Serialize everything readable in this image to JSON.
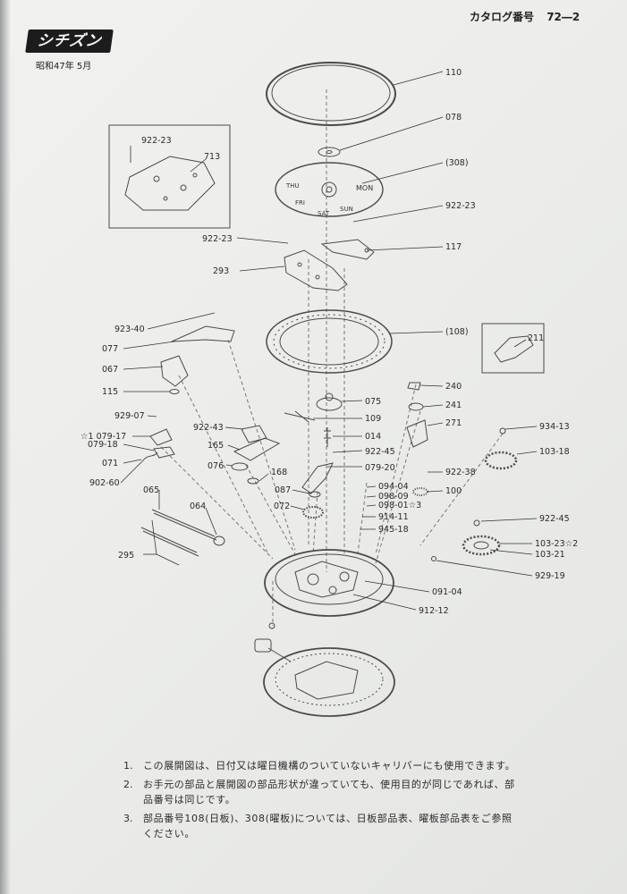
{
  "header": {
    "brand_logo": "シチズン",
    "date": "昭和47年 5月",
    "catalog_label": "カタログ番号",
    "catalog_number": "72―2"
  },
  "parts": [
    {
      "id": "p110",
      "label": "110"
    },
    {
      "id": "p078",
      "label": "078"
    },
    {
      "id": "p308",
      "label": "(308)"
    },
    {
      "id": "p922_23a",
      "label": "922-23"
    },
    {
      "id": "p713",
      "label": "713"
    },
    {
      "id": "p922_23b",
      "label": "922-23"
    },
    {
      "id": "p922_23c",
      "label": "922-23"
    },
    {
      "id": "p117",
      "label": "117"
    },
    {
      "id": "p293",
      "label": "293"
    },
    {
      "id": "p923_40",
      "label": "923-40"
    },
    {
      "id": "p108",
      "label": "(108)"
    },
    {
      "id": "p211",
      "label": "211"
    },
    {
      "id": "p077",
      "label": "077"
    },
    {
      "id": "p067",
      "label": "067"
    },
    {
      "id": "p115",
      "label": "115"
    },
    {
      "id": "p240",
      "label": "240"
    },
    {
      "id": "p075",
      "label": "075"
    },
    {
      "id": "p241",
      "label": "241"
    },
    {
      "id": "p929_07",
      "label": "929-07"
    },
    {
      "id": "p109",
      "label": "109"
    },
    {
      "id": "p271",
      "label": "271"
    },
    {
      "id": "p922_43",
      "label": "922-43"
    },
    {
      "id": "p934_13",
      "label": "934-13"
    },
    {
      "id": "p079_17",
      "label": "☆1 079-17"
    },
    {
      "id": "p079_18",
      "label": "079-18"
    },
    {
      "id": "p014",
      "label": "014"
    },
    {
      "id": "p165",
      "label": "165"
    },
    {
      "id": "p922_45a",
      "label": "922-45"
    },
    {
      "id": "p103_18",
      "label": "103-18"
    },
    {
      "id": "p071",
      "label": "071"
    },
    {
      "id": "p076",
      "label": "076"
    },
    {
      "id": "p168",
      "label": "168"
    },
    {
      "id": "p079_20",
      "label": "079-20"
    },
    {
      "id": "p922_38",
      "label": "922-38"
    },
    {
      "id": "p902_60",
      "label": "902-60"
    },
    {
      "id": "p094_04",
      "label": "094-04"
    },
    {
      "id": "p100",
      "label": "100"
    },
    {
      "id": "p065",
      "label": "065"
    },
    {
      "id": "p087",
      "label": "087"
    },
    {
      "id": "p098_09",
      "label": "098-09"
    },
    {
      "id": "p098_01",
      "label": "098-01☆3"
    },
    {
      "id": "p064",
      "label": "064"
    },
    {
      "id": "p072",
      "label": "072"
    },
    {
      "id": "p914_11",
      "label": "914-11"
    },
    {
      "id": "p922_45b",
      "label": "922-45"
    },
    {
      "id": "p945_18",
      "label": "945-18"
    },
    {
      "id": "p103_23",
      "label": "103-23☆2"
    },
    {
      "id": "p295",
      "label": "295"
    },
    {
      "id": "p103_21",
      "label": "103-21"
    },
    {
      "id": "p929_19",
      "label": "929-19"
    },
    {
      "id": "p091_04",
      "label": "091-04"
    },
    {
      "id": "p912_12",
      "label": "912-12"
    }
  ],
  "day_disc": {
    "days": [
      "MON",
      "SUN",
      "SAT",
      "FRI",
      "THU"
    ]
  },
  "notes": [
    {
      "num": "1.",
      "text": "この展開図は、日付又は曜日機構のついていないキャリバーにも使用できます。"
    },
    {
      "num": "2.",
      "text": "お手元の部品と展開図の部品形状が違っていても、使用目的が同じであれば、部品番号は同じです。"
    },
    {
      "num": "3.",
      "text": "部品番号108(日板)、308(曜板)については、日板部品表、曜板部品表をご参照ください。"
    }
  ]
}
